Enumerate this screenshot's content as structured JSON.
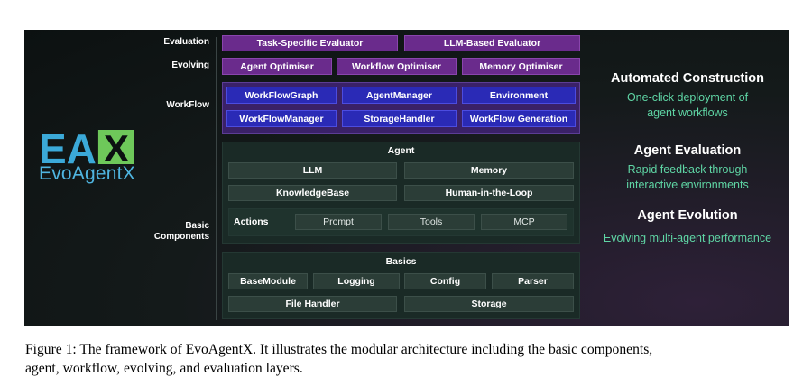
{
  "logo": {
    "mark": "EAX",
    "name": "EvoAgentX"
  },
  "layer_labels": {
    "evaluation": "Evaluation",
    "evolving": "Evolving",
    "workflow": "WorkFlow",
    "basic_components_line1": "Basic",
    "basic_components_line2": "Components"
  },
  "evaluation": [
    "Task-Specific Evaluator",
    "LLM-Based Evaluator"
  ],
  "evolving": [
    "Agent Optimiser",
    "Workflow Optimiser",
    "Memory Optimiser"
  ],
  "workflow": [
    "WorkFlowGraph",
    "AgentManager",
    "Environment",
    "WorkFlowManager",
    "StorageHandler",
    "WorkFlow Generation"
  ],
  "agent": {
    "title": "Agent",
    "items": [
      "LLM",
      "Memory",
      "KnowledgeBase",
      "Human-in-the-Loop"
    ],
    "actions_label": "Actions",
    "actions": [
      "Prompt",
      "Tools",
      "MCP"
    ]
  },
  "basics": {
    "title": "Basics",
    "row1": [
      "BaseModule",
      "Logging",
      "Config",
      "Parser"
    ],
    "row2": [
      "File Handler",
      "Storage"
    ]
  },
  "features": [
    {
      "title": "Automated Construction",
      "desc_line1": "One-click deployment of",
      "desc_line2": "agent workflows"
    },
    {
      "title": "Agent Evaluation",
      "desc_line1": "Rapid feedback through",
      "desc_line2": "interactive environments"
    },
    {
      "title": "Agent Evolution",
      "desc_line1": "Evolving multi-agent performance",
      "desc_line2": ""
    }
  ],
  "caption": {
    "line1": "Figure 1: The framework of EvoAgentX. It illustrates the modular architecture including the basic components,",
    "line2": "agent, workflow, evolving, and evaluation layers."
  },
  "colors": {
    "evaluation_box": "#6a2b8c",
    "workflow_box": "#2a2ab6",
    "component_box": "#2b3d37",
    "feature_text": "#5fd6a5",
    "logo_blue": "#3ba9d8",
    "logo_green": "#6ec85a"
  }
}
